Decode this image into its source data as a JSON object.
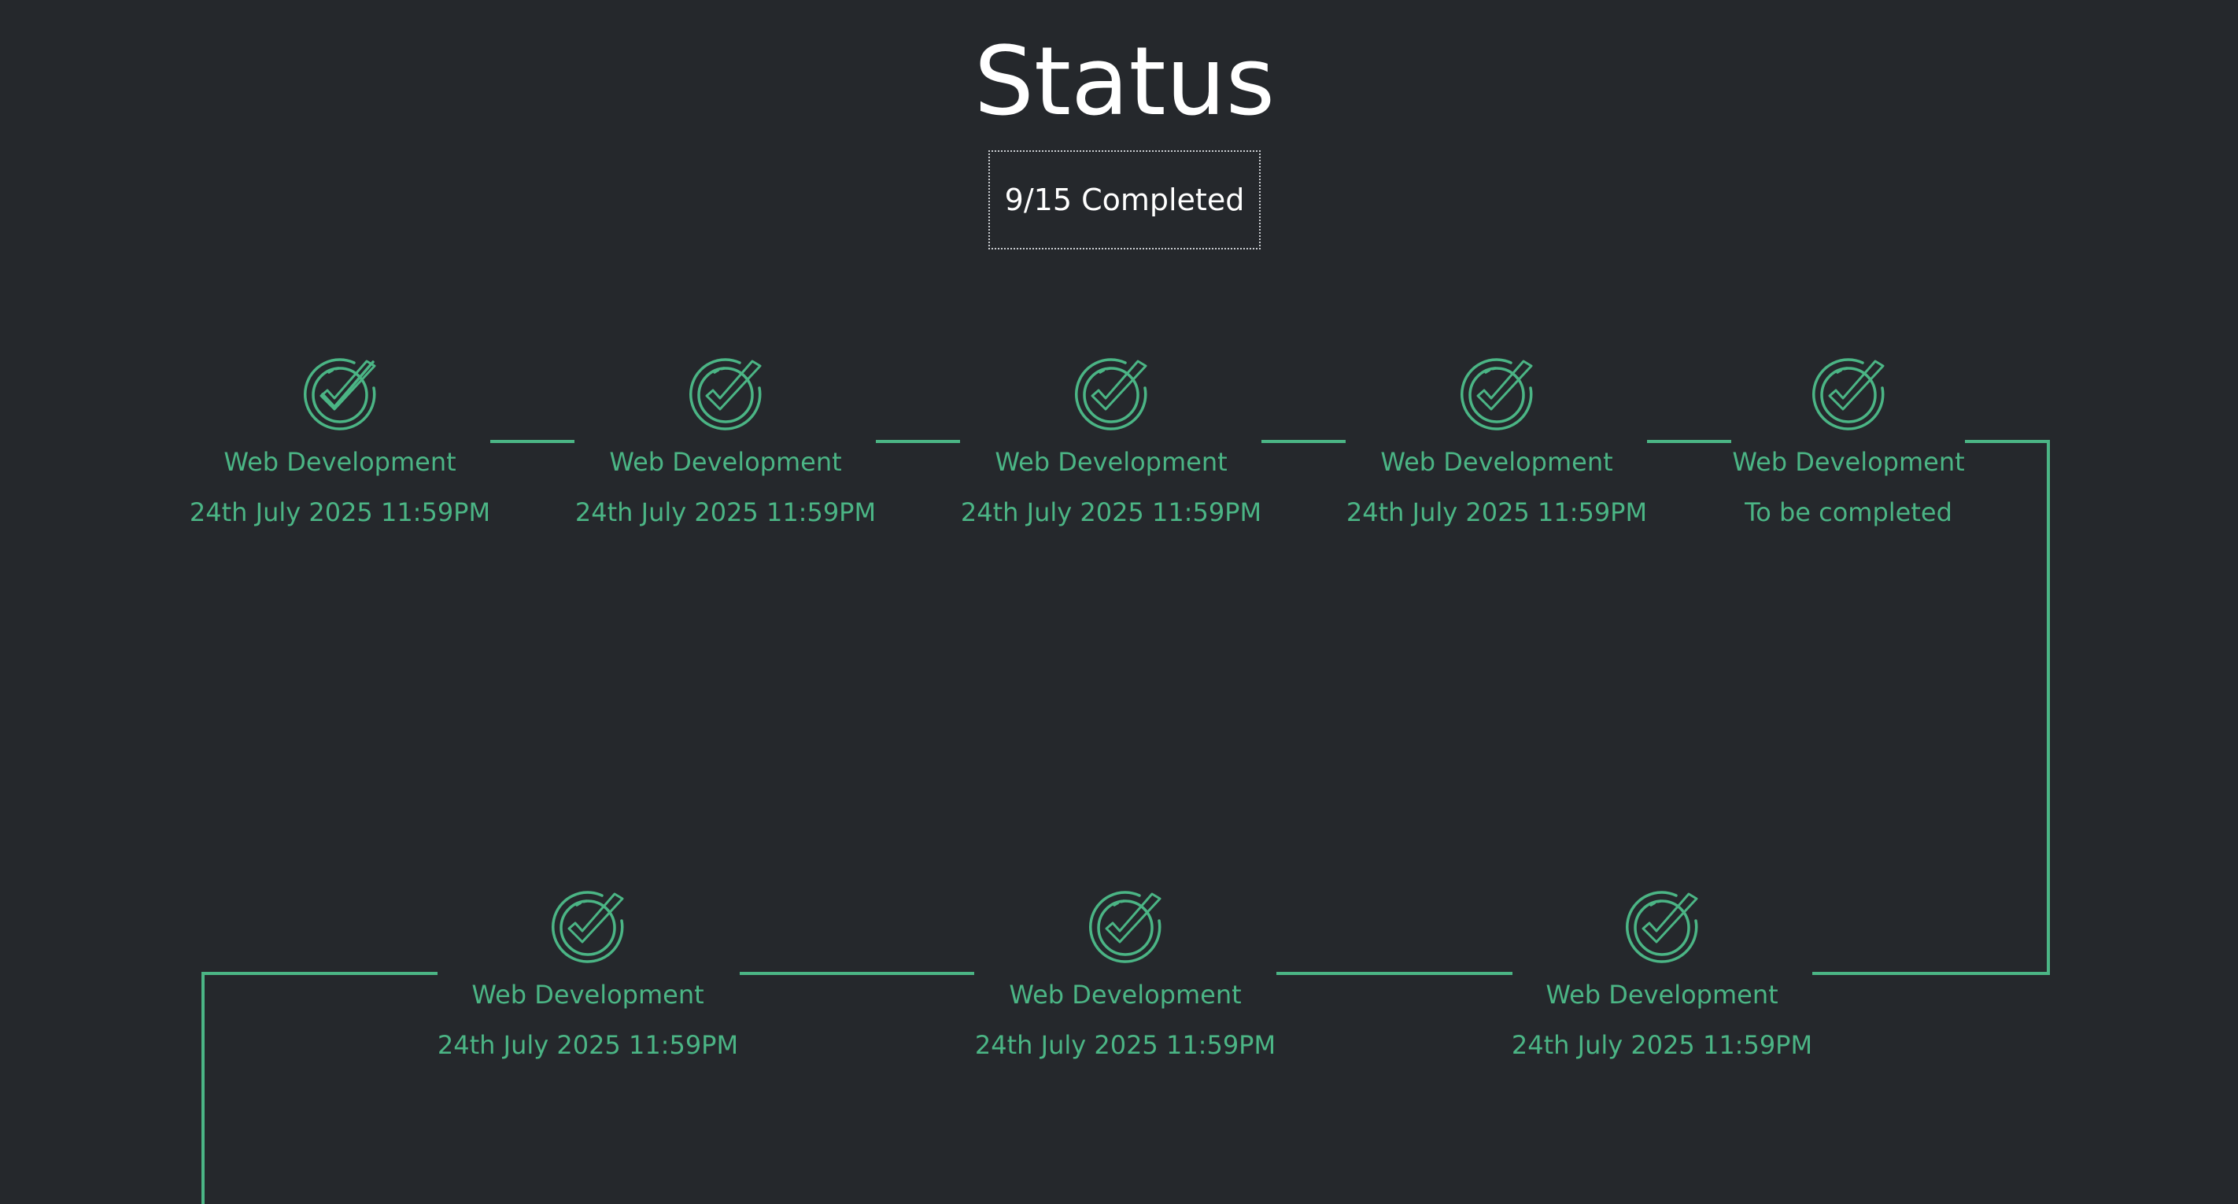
{
  "header": {
    "title": "Status",
    "progress": "9/15 Completed"
  },
  "colors": {
    "background": "#25282c",
    "accent": "#4bb585",
    "title": "#ffffff"
  },
  "steps": [
    {
      "icon": "check-circle-icon",
      "title": "Web Development",
      "date": "24th July 2025 11:59PM"
    },
    {
      "icon": "check-circle-icon",
      "title": "Web Development",
      "date": "24th July 2025 11:59PM"
    },
    {
      "icon": "check-circle-icon",
      "title": "Web Development",
      "date": "24th July 2025 11:59PM"
    },
    {
      "icon": "check-circle-icon",
      "title": "Web Development",
      "date": "24th July 2025 11:59PM"
    },
    {
      "icon": "check-circle-icon",
      "title": "Web Development",
      "date": "To be completed"
    },
    {
      "icon": "check-circle-icon",
      "title": "Web Development",
      "date": "24th July 2025 11:59PM"
    },
    {
      "icon": "check-circle-icon",
      "title": "Web Development",
      "date": "24th July 2025 11:59PM"
    },
    {
      "icon": "check-circle-icon",
      "title": "Web Development",
      "date": "24th July 2025 11:59PM"
    }
  ]
}
